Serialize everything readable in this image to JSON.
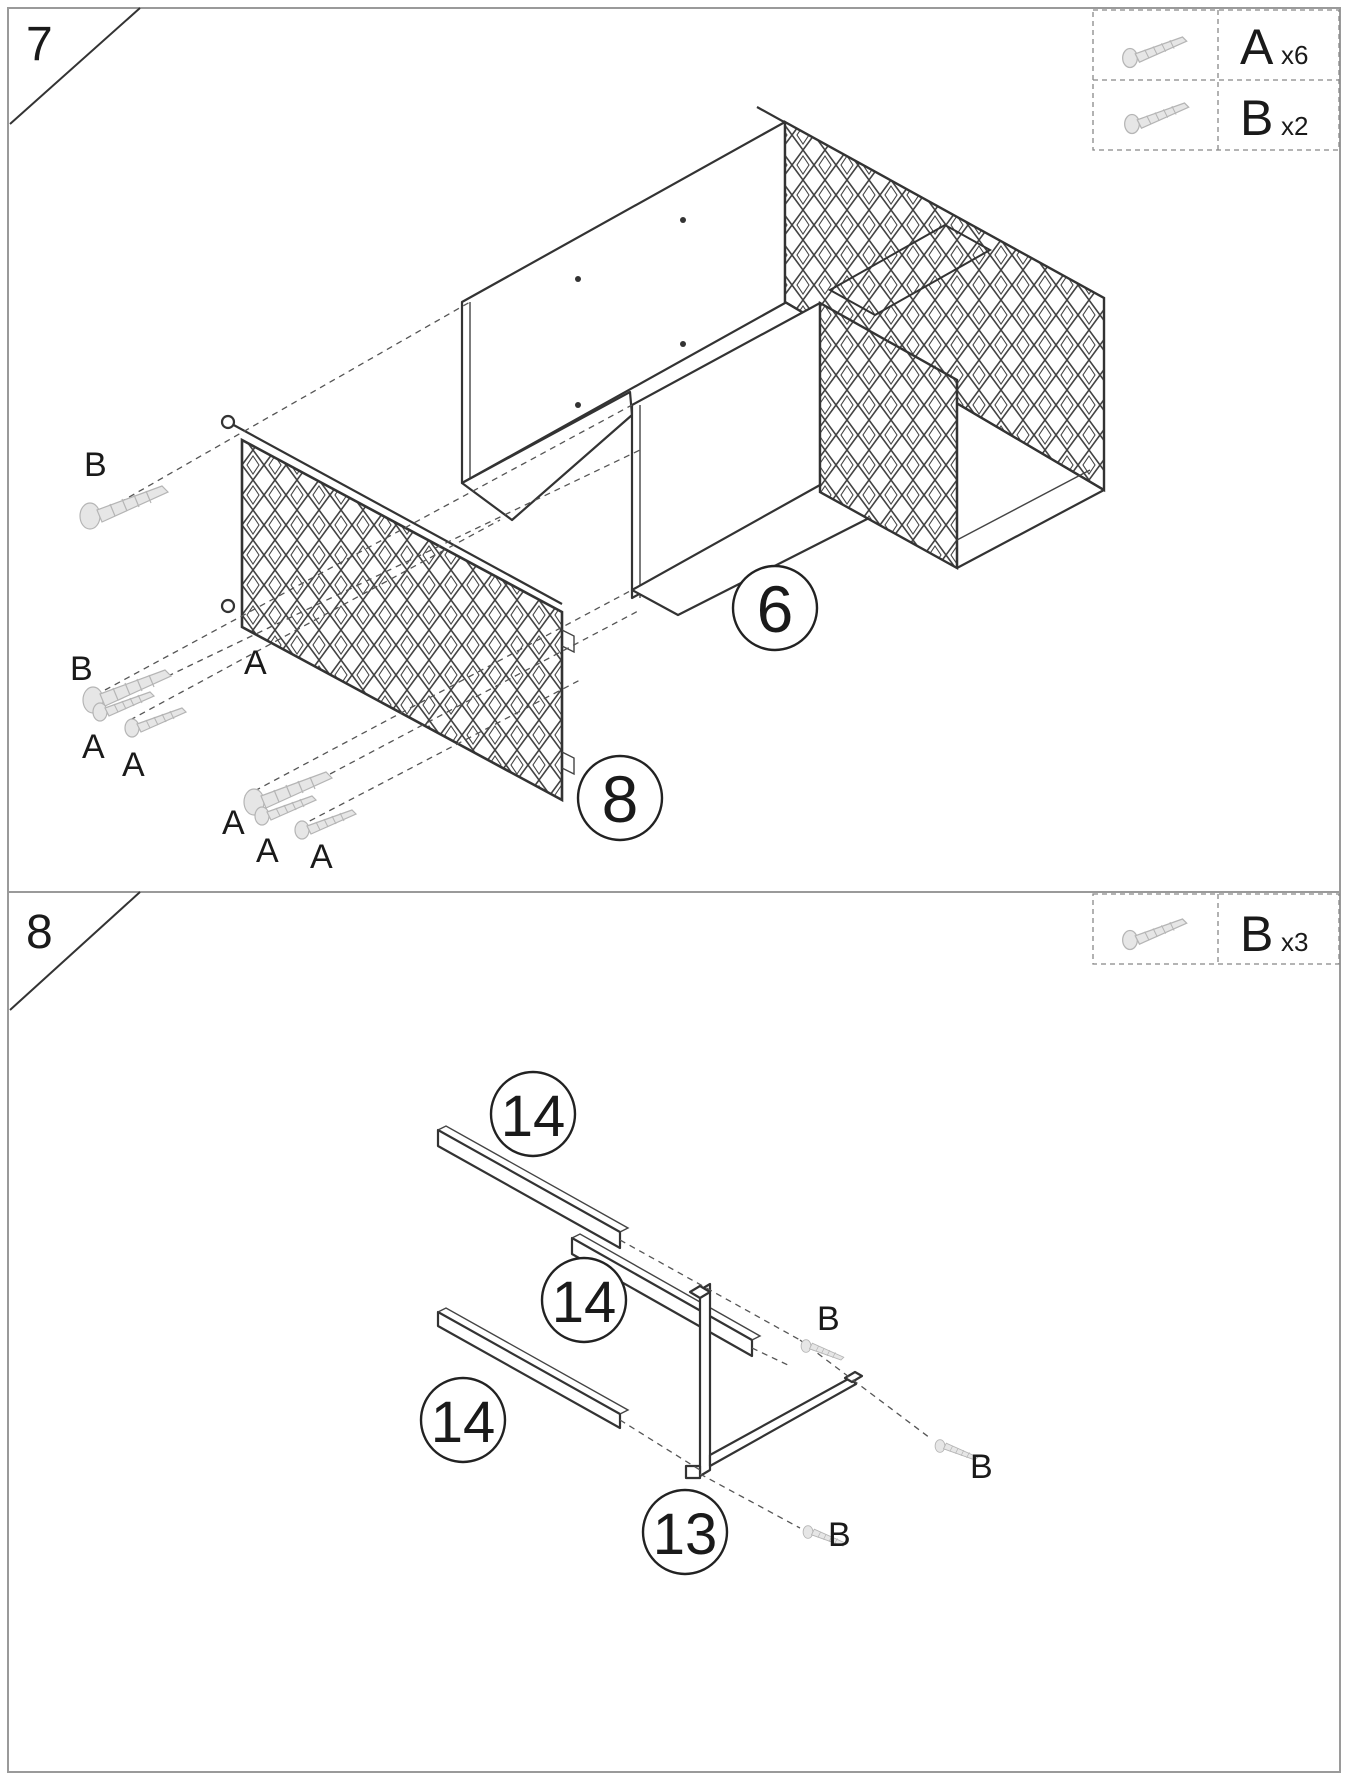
{
  "steps": [
    {
      "number": "7",
      "legend": [
        {
          "letter": "A",
          "qty": "x6",
          "icon": "screw-icon"
        },
        {
          "letter": "B",
          "qty": "x2",
          "icon": "screw-icon"
        }
      ],
      "part_callouts": [
        "6",
        "8"
      ],
      "screw_labels": [
        "B",
        "B",
        "A",
        "A",
        "A",
        "A",
        "A",
        "A"
      ]
    },
    {
      "number": "8",
      "legend": [
        {
          "letter": "B",
          "qty": "x3",
          "icon": "screw-icon"
        }
      ],
      "part_callouts": [
        "14",
        "14",
        "14",
        "13"
      ],
      "screw_labels": [
        "B",
        "B",
        "B"
      ]
    }
  ],
  "colors": {
    "line": "#333333",
    "frame": "#9a9a9a",
    "screw": "#e6e6e6"
  }
}
